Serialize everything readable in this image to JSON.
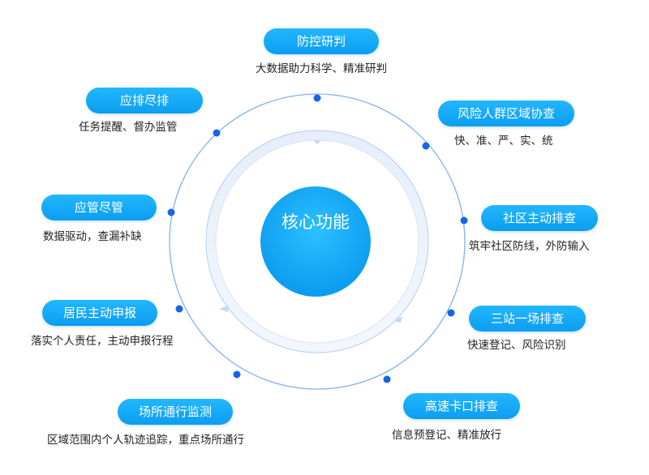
{
  "center": {
    "label": "核心功能",
    "color": "#12a7f4"
  },
  "colors": {
    "pill": "#12a7f4",
    "ring": "#7fb2f2",
    "dot": "#1565e6",
    "text": "#222222"
  },
  "nodes": [
    {
      "id": "fangkong-yanpan",
      "title": "防控研判",
      "desc": "大数据助力科学、精准研判"
    },
    {
      "id": "fengxian-renqun",
      "title": "风险人群区域协查",
      "desc": "快、准、严、实、统"
    },
    {
      "id": "shequ-zhudong",
      "title": "社区主动排查",
      "desc": "筑牢社区防线，外防输入"
    },
    {
      "id": "sanzhan-yichang",
      "title": "三站一场排查",
      "desc": "快速登记、风险识别"
    },
    {
      "id": "gaosu-kakou",
      "title": "高速卡口排查",
      "desc": "信息预登记、精准放行"
    },
    {
      "id": "changsuo-tongxing",
      "title": "场所通行监测",
      "desc": "区域范围内个人轨迹追踪，重点场所通行"
    },
    {
      "id": "jumin-shenbao",
      "title": "居民主动申报",
      "desc": "落实个人责任，主动申报行程"
    },
    {
      "id": "yingguan-jinguan",
      "title": "应管尽管",
      "desc": "数据驱动，查漏补缺"
    },
    {
      "id": "yingpai-jinpai",
      "title": "应排尽排",
      "desc": "任务提醒、督办监管"
    }
  ]
}
